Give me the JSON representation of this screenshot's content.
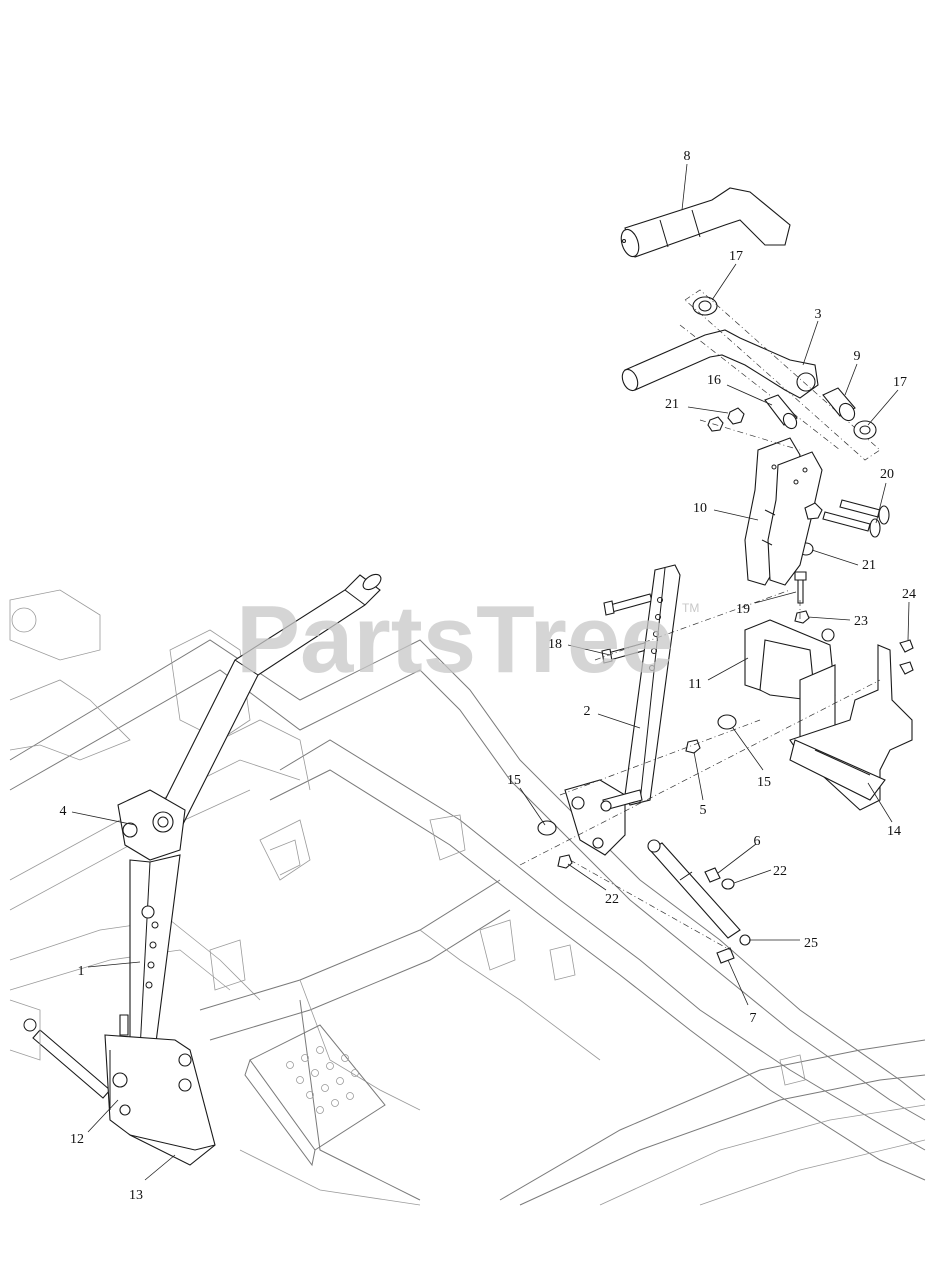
{
  "watermark": {
    "text": "PartsTree",
    "trademark": "TM"
  },
  "callouts": [
    {
      "id": "c8",
      "number": "8"
    },
    {
      "id": "c17a",
      "number": "17"
    },
    {
      "id": "c3",
      "number": "3"
    },
    {
      "id": "c9",
      "number": "9"
    },
    {
      "id": "c16",
      "number": "16"
    },
    {
      "id": "c17b",
      "number": "17"
    },
    {
      "id": "c21a",
      "number": "21"
    },
    {
      "id": "c20",
      "number": "20"
    },
    {
      "id": "c10",
      "number": "10"
    },
    {
      "id": "c21b",
      "number": "21"
    },
    {
      "id": "c19",
      "number": "19"
    },
    {
      "id": "c23",
      "number": "23"
    },
    {
      "id": "c24",
      "number": "24"
    },
    {
      "id": "c18",
      "number": "18"
    },
    {
      "id": "c11",
      "number": "11"
    },
    {
      "id": "c2",
      "number": "2"
    },
    {
      "id": "c15a",
      "number": "15"
    },
    {
      "id": "c5",
      "number": "5"
    },
    {
      "id": "c15b",
      "number": "15"
    },
    {
      "id": "c14",
      "number": "14"
    },
    {
      "id": "c4",
      "number": "4"
    },
    {
      "id": "c6",
      "number": "6"
    },
    {
      "id": "c22a",
      "number": "22"
    },
    {
      "id": "c22b",
      "number": "22"
    },
    {
      "id": "c25",
      "number": "25"
    },
    {
      "id": "c1",
      "number": "1"
    },
    {
      "id": "c7",
      "number": "7"
    },
    {
      "id": "c12",
      "number": "12"
    },
    {
      "id": "c13",
      "number": "13"
    }
  ]
}
